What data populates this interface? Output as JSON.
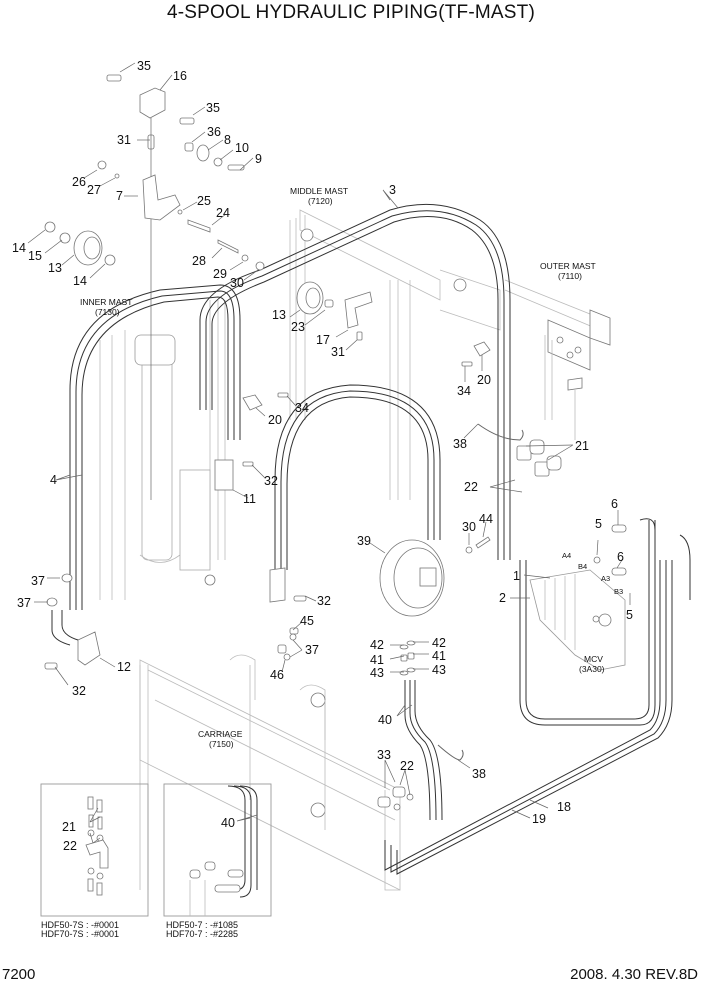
{
  "title": "4-SPOOL HYDRAULIC PIPING(TF-MAST)",
  "footer": {
    "page_code": "7200",
    "date_revision": "2008. 4.30  REV.8D"
  },
  "assembly_labels": {
    "middle_mast": {
      "name": "MIDDLE MAST",
      "code": "(7120)"
    },
    "outer_mast": {
      "name": "OUTER MAST",
      "code": "(7110)"
    },
    "inner_mast": {
      "name": "INNER MAST",
      "code": "(7130)"
    },
    "carriage": {
      "name": "CARRIAGE",
      "code": "(7150)"
    },
    "mcv": {
      "name": "MCV",
      "code": "(3A30)"
    }
  },
  "port_labels": [
    "A4",
    "B4",
    "A3",
    "B3"
  ],
  "inset_notes": {
    "left": [
      "HDF50-7S : -#0001",
      "HDF70-7S : -#0001"
    ],
    "right": [
      "HDF50-7 : -#1085",
      "HDF70-7 : -#2285"
    ]
  },
  "callouts": [
    {
      "n": "35"
    },
    {
      "n": "16"
    },
    {
      "n": "35"
    },
    {
      "n": "31"
    },
    {
      "n": "36"
    },
    {
      "n": "8"
    },
    {
      "n": "10"
    },
    {
      "n": "9"
    },
    {
      "n": "26"
    },
    {
      "n": "27"
    },
    {
      "n": "7"
    },
    {
      "n": "25"
    },
    {
      "n": "24"
    },
    {
      "n": "14"
    },
    {
      "n": "15"
    },
    {
      "n": "13"
    },
    {
      "n": "14"
    },
    {
      "n": "28"
    },
    {
      "n": "29"
    },
    {
      "n": "30"
    },
    {
      "n": "3"
    },
    {
      "n": "13"
    },
    {
      "n": "23"
    },
    {
      "n": "17"
    },
    {
      "n": "31"
    },
    {
      "n": "20"
    },
    {
      "n": "34"
    },
    {
      "n": "34"
    },
    {
      "n": "20"
    },
    {
      "n": "4"
    },
    {
      "n": "32"
    },
    {
      "n": "11"
    },
    {
      "n": "38"
    },
    {
      "n": "21"
    },
    {
      "n": "22"
    },
    {
      "n": "30"
    },
    {
      "n": "44"
    },
    {
      "n": "39"
    },
    {
      "n": "6"
    },
    {
      "n": "5"
    },
    {
      "n": "6"
    },
    {
      "n": "1"
    },
    {
      "n": "2"
    },
    {
      "n": "5"
    },
    {
      "n": "37"
    },
    {
      "n": "37"
    },
    {
      "n": "32"
    },
    {
      "n": "45"
    },
    {
      "n": "37"
    },
    {
      "n": "46"
    },
    {
      "n": "12"
    },
    {
      "n": "32"
    },
    {
      "n": "42"
    },
    {
      "n": "42"
    },
    {
      "n": "41"
    },
    {
      "n": "41"
    },
    {
      "n": "43"
    },
    {
      "n": "43"
    },
    {
      "n": "40"
    },
    {
      "n": "33"
    },
    {
      "n": "22"
    },
    {
      "n": "38"
    },
    {
      "n": "18"
    },
    {
      "n": "19"
    },
    {
      "n": "21"
    },
    {
      "n": "22"
    },
    {
      "n": "40"
    }
  ]
}
